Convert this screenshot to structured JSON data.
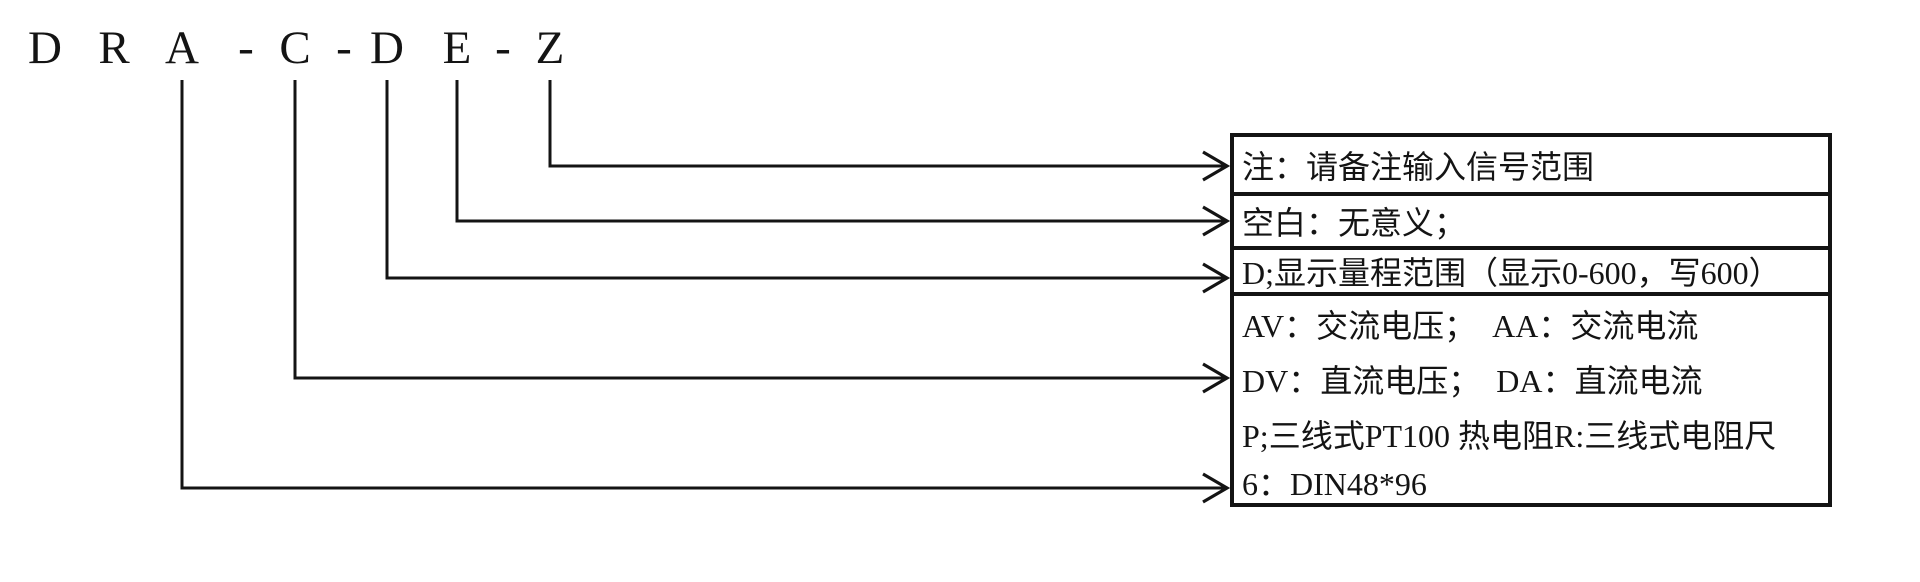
{
  "model_code": {
    "chars": [
      "D",
      "R",
      "A",
      "-",
      "C",
      "-",
      "D",
      "E",
      "-",
      "Z"
    ]
  },
  "table": {
    "rows": [
      {
        "lines": [
          "注：请备注输入信号范围"
        ]
      },
      {
        "lines": [
          "空白：无意义；"
        ]
      },
      {
        "lines": [
          "D;显示量程范围（显示0-600，写600）"
        ]
      },
      {
        "lines": [
          "AV：交流电压；  AA：交流电流",
          "DV：直流电压；  DA：直流电流",
          "P;三线式PT100 热电阻R:三线式电阻尺",
          "6：DIN48*96"
        ]
      }
    ]
  },
  "colors": {
    "ink": "#141414",
    "paper": "#ffffff"
  }
}
